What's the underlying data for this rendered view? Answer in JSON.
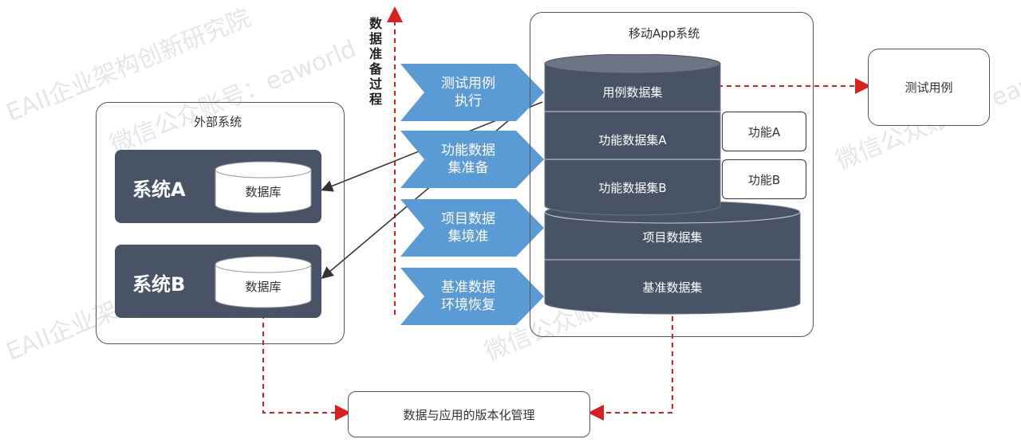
{
  "external": {
    "title": "外部系统",
    "systems": [
      {
        "name": "系统A",
        "db_label": "数据库"
      },
      {
        "name": "系统B",
        "db_label": "数据库"
      }
    ]
  },
  "prep": {
    "vertical_label": "数据准备过程",
    "steps": [
      "测试用例\n执行",
      "功能数据\n集准备",
      "项目数据\n集境准",
      "基准数据\n环境恢复"
    ]
  },
  "mobile": {
    "title": "移动App系统",
    "layers": [
      "用例数据集",
      "功能数据集A",
      "功能数据集B",
      "项目数据集",
      "基准数据集"
    ],
    "functions": [
      "功能A",
      "功能B"
    ]
  },
  "test_case_box": "测试用例",
  "version_box": "数据与应用的版本化管理",
  "watermark": {
    "line1": "EAII企业架构创新研究院",
    "line2": "微信公众账号：eaworld"
  },
  "colors": {
    "dark": "#485366",
    "arrow_blue": "#5b9bd5",
    "red_dash": "#d92020"
  }
}
